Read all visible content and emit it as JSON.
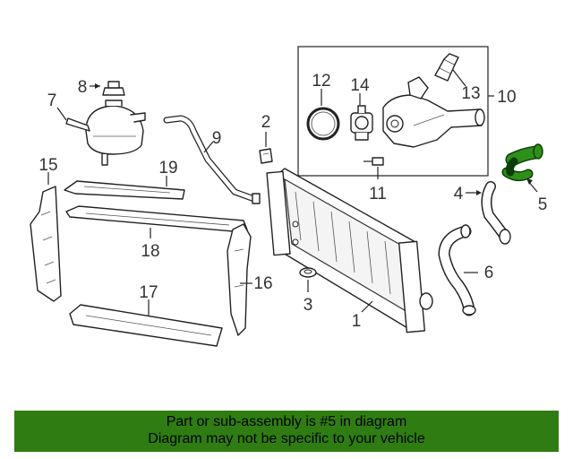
{
  "callouts": {
    "c1": "1",
    "c2": "2",
    "c3": "3",
    "c4": "4",
    "c5": "5",
    "c6": "6",
    "c7": "7",
    "c8": "8",
    "c9": "9",
    "c10": "10",
    "c11": "11",
    "c12": "12",
    "c13": "13",
    "c14": "14",
    "c15": "15",
    "c16": "16",
    "c17": "17",
    "c18": "18",
    "c19": "19"
  },
  "banner": {
    "line1": "Part or sub-assembly is #5 in diagram",
    "line2": "Diagram may not be specific to your vehicle"
  },
  "colors": {
    "highlight": "#2f8f1b",
    "banner": "#2f7d12"
  }
}
